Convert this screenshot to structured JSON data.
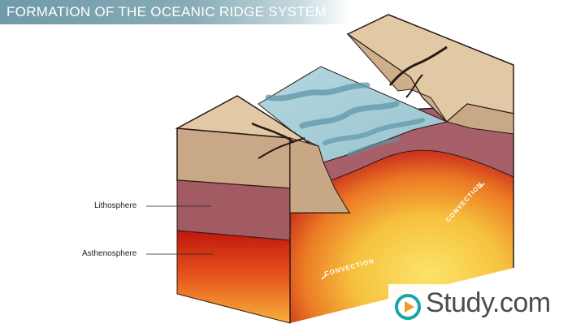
{
  "header": {
    "title": "FORMATION OF THE OCEANIC RIDGE SYSTEM"
  },
  "labels": {
    "lithosphere": "Lithosphere",
    "asthenosphere": "Asthenosphere",
    "convection_left": "CONVECTION",
    "convection_right": "CONVECTION"
  },
  "brand": {
    "name": "Study.com",
    "icon": "play-circle-icon",
    "color": "#1aa6a6"
  },
  "colors": {
    "banner": "#7aa3ae",
    "crust_top": "#e0c7a4",
    "crust_side": "#bf9f7c",
    "lithosphere": "#a45f68",
    "asthenosphere_hot": "#f8d04a",
    "asthenosphere_red": "#c51a12",
    "water": "#a7cfd9"
  }
}
